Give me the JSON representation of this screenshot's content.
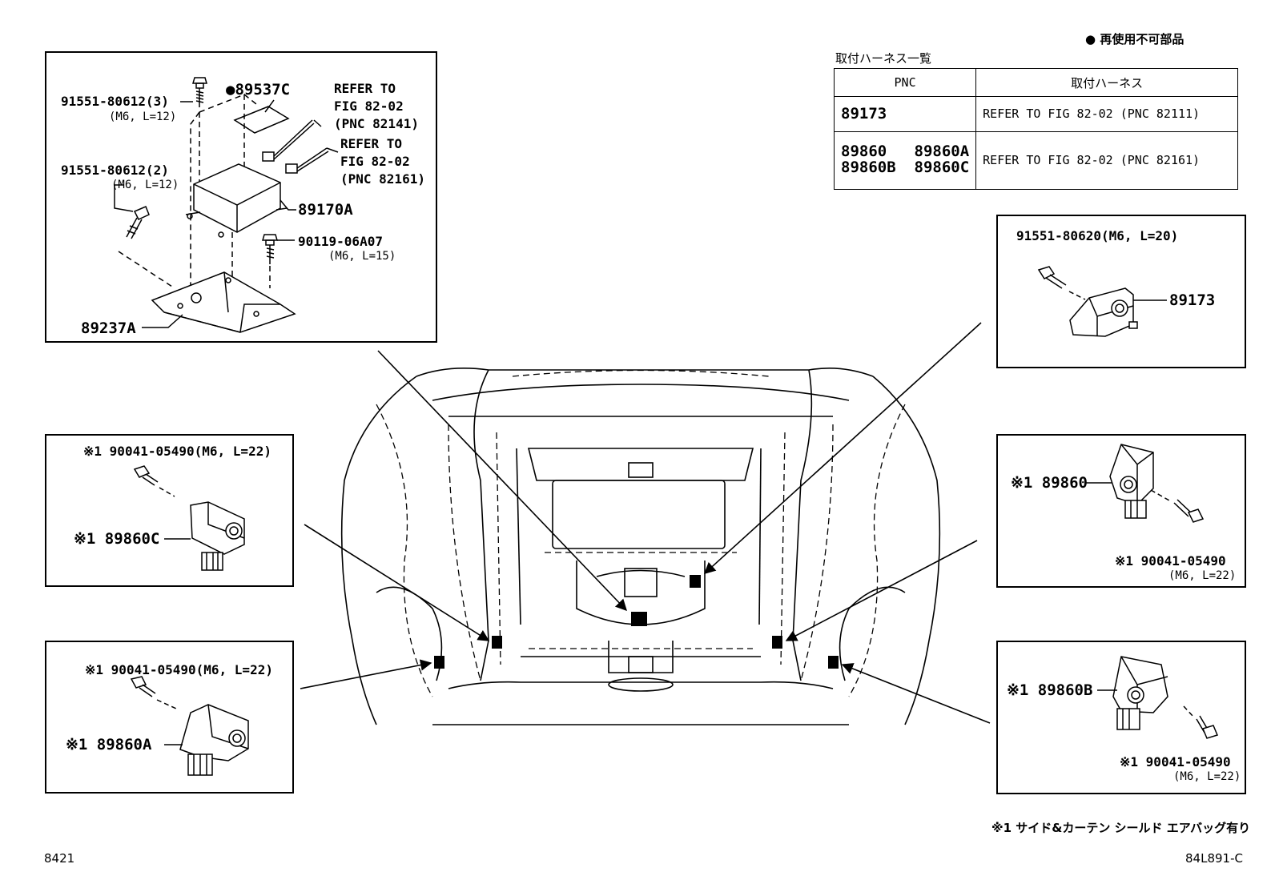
{
  "legend": {
    "mark": "●",
    "text": "再使用不可部品"
  },
  "harness_table": {
    "caption": "取付ハーネス一覧",
    "headers": {
      "pnc": "PNC",
      "harness": "取付ハーネス"
    },
    "rows": [
      {
        "pnc_1": "89173",
        "pnc_2": "",
        "harness": "REFER TO FIG 82-02 (PNC 82111)"
      },
      {
        "pnc_1": "89860   89860A",
        "pnc_2": "89860B  89860C",
        "harness": "REFER TO FIG 82-02 (PNC 82161)"
      }
    ]
  },
  "box_main": {
    "bolt_a_part": "91551-80612(3)",
    "bolt_a_spec": "(M6, L=12)",
    "label_part": "89537C",
    "label_mark": "●",
    "refer1_l1": "REFER TO",
    "refer1_l2": "FIG 82-02",
    "refer1_l3": "(PNC 82141)",
    "refer2_l1": "REFER TO",
    "refer2_l2": "FIG 82-02",
    "refer2_l3": "(PNC 82161)",
    "bolt_b_part": "91551-80612(2)",
    "bolt_b_spec": "(M6, L=12)",
    "ecu_part": "89170A",
    "bolt_c_part": "90119-06A07",
    "bolt_c_spec": "(M6, L=15)",
    "bracket_part": "89237A"
  },
  "box_89173": {
    "bolt_part": "91551-80620(M6, L=20)",
    "sensor_part": "89173"
  },
  "box_89860c": {
    "bolt_part": "※1 90041-05490(M6, L=22)",
    "sensor_part": "※1 89860C"
  },
  "box_89860a": {
    "bolt_part": "※1 90041-05490(M6, L=22)",
    "sensor_part": "※1 89860A"
  },
  "box_89860": {
    "sensor_part": "※1 89860",
    "bolt_part": "※1 90041-05490",
    "bolt_spec": "(M6, L=22)"
  },
  "box_89860b": {
    "sensor_part": "※1 89860B",
    "bolt_part": "※1 90041-05490",
    "bolt_spec": "(M6, L=22)"
  },
  "footnote": "※1 サイド&カーテン シールド エアバッグ有り",
  "page_number": "8421",
  "figure_code": "84L891-C"
}
